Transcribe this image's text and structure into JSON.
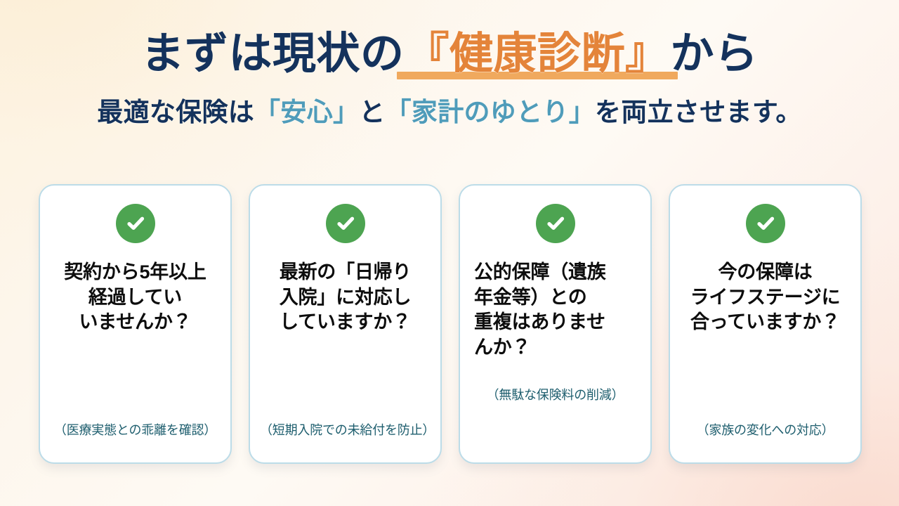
{
  "slide": {
    "heading": {
      "title_before": "まずは現状の",
      "title_accent": "『健康診断』",
      "title_after": "から",
      "subtitle_part1": "最適な保険は",
      "subtitle_accent1": "「安心」",
      "subtitle_part2": "と",
      "subtitle_accent2": "「家計のゆとり」",
      "subtitle_part3": "を両立させます。"
    },
    "cards": [
      {
        "icon": "check-circle-icon",
        "heading_lines": [
          "契約から5年以上",
          "経過してい",
          "いませんか？"
        ],
        "caption": "（医療実態との乖離を確認）"
      },
      {
        "icon": "check-circle-icon",
        "heading_lines": [
          "最新の「日帰り",
          "入院」に対応し",
          "していますか？"
        ],
        "caption": "（短期入院での未給付を防止）"
      },
      {
        "icon": "check-circle-icon",
        "heading_lines": [
          "公的保障（遺族",
          "年金等）との",
          "重複はありませ",
          "んか？"
        ],
        "caption": "（無駄な保険料の削減）"
      },
      {
        "icon": "check-circle-icon",
        "heading_lines": [
          "今の保障は",
          "ライフステージに",
          "合っていますか？"
        ],
        "caption": "（家族の変化への対応）"
      }
    ]
  },
  "colors": {
    "navy": "#14325c",
    "orange": "#e4843a",
    "orange_underline": "#f0a95e",
    "blue_accent": "#4f9cba",
    "green_check": "#4da451",
    "card_border": "#bcdce8",
    "caption_teal": "#1e5e6e",
    "card_bg": "#ffffff"
  }
}
